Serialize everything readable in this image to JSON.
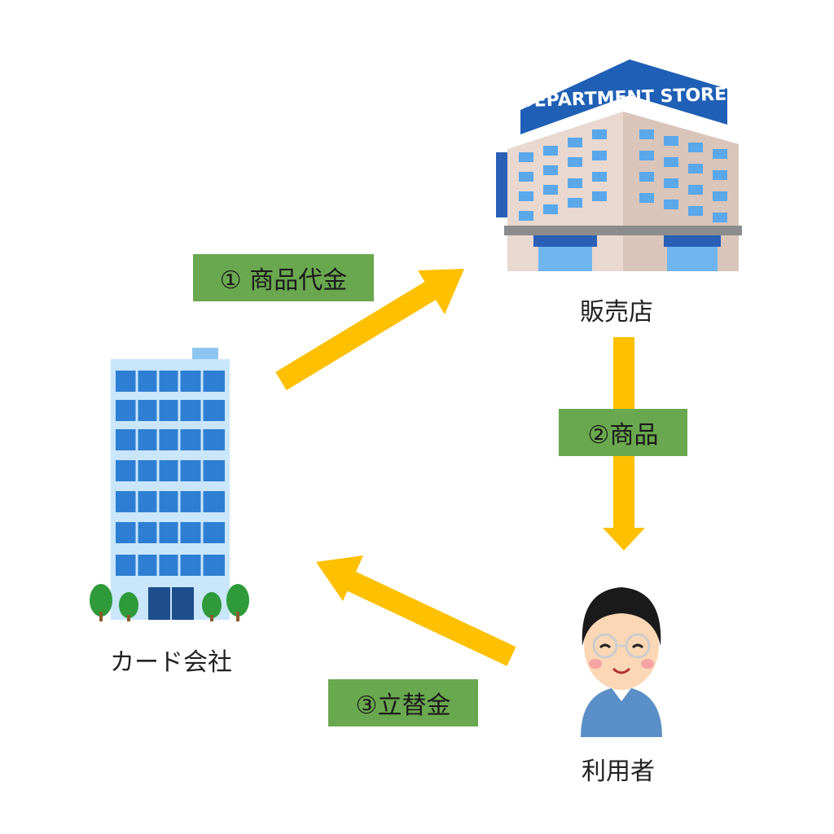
{
  "nodes": {
    "card_company": {
      "label": "カード会社"
    },
    "store": {
      "label": "販売店",
      "sign_text": "DEPARTMENT STORE"
    },
    "user": {
      "label": "利用者"
    }
  },
  "flows": {
    "step1": {
      "label": "① 商品代金"
    },
    "step2": {
      "label": "②商品"
    },
    "step3": {
      "label": "③立替金"
    }
  },
  "colors": {
    "arrow": "#ffc000",
    "label_bg": "#6aa84f",
    "building_blue": "#2e7fd4",
    "store_sign": "#1f5fb5"
  }
}
